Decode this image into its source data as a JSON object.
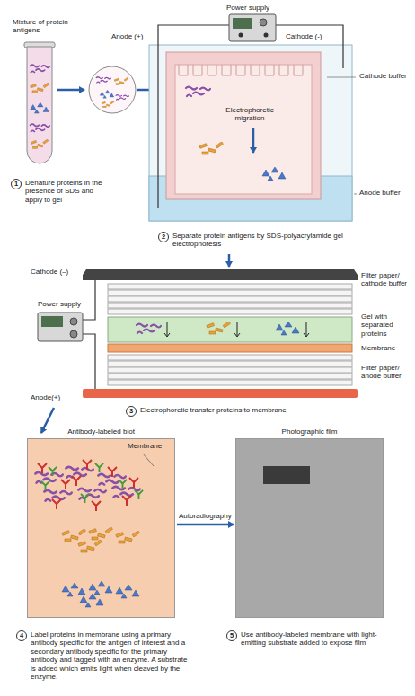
{
  "diagram": {
    "nodes": [
      {
        "text": [
          "Antibody-labeled blot"
        ]
      },
      {
        "text": [
          "Photographic film"
        ]
      }
    ],
    "edges": [
      {
        "from": 0,
        "to": 1,
        "arrow": "to",
        "label": "Autoradiography"
      }
    ],
    "labels": [
      "Mixture of protein antigens",
      "Power supply",
      "Anode (+)",
      "Cathode (-)",
      "Cathode buffer",
      "Electrophoretic migration",
      "Anode buffer",
      "1",
      "Denature proteins in the presence of SDS and apply to gel",
      "2",
      "Separate protein antigens by SDS-polyacrylamide gel electrophoresis",
      "Cathode (–)",
      "Power supply",
      "Anode(+)",
      "Filter paper/ cathode buffer",
      "Gel with separated proteins",
      "Membrane",
      "Filter paper/ anode buffer",
      "3",
      "Electrophoretic transfer proteins to membrane",
      "Membrane",
      "4",
      "Label proteins in membrane using a primary antibody specific for the antigen of interest and a secondary antibody specific for the primary antibody and tagged with an enzyme. A substrate is added which emits light when cleaved by the enzyme.",
      "5",
      "Use antibody-labeled membrane with light-emitting substrate added to expose film"
    ]
  }
}
